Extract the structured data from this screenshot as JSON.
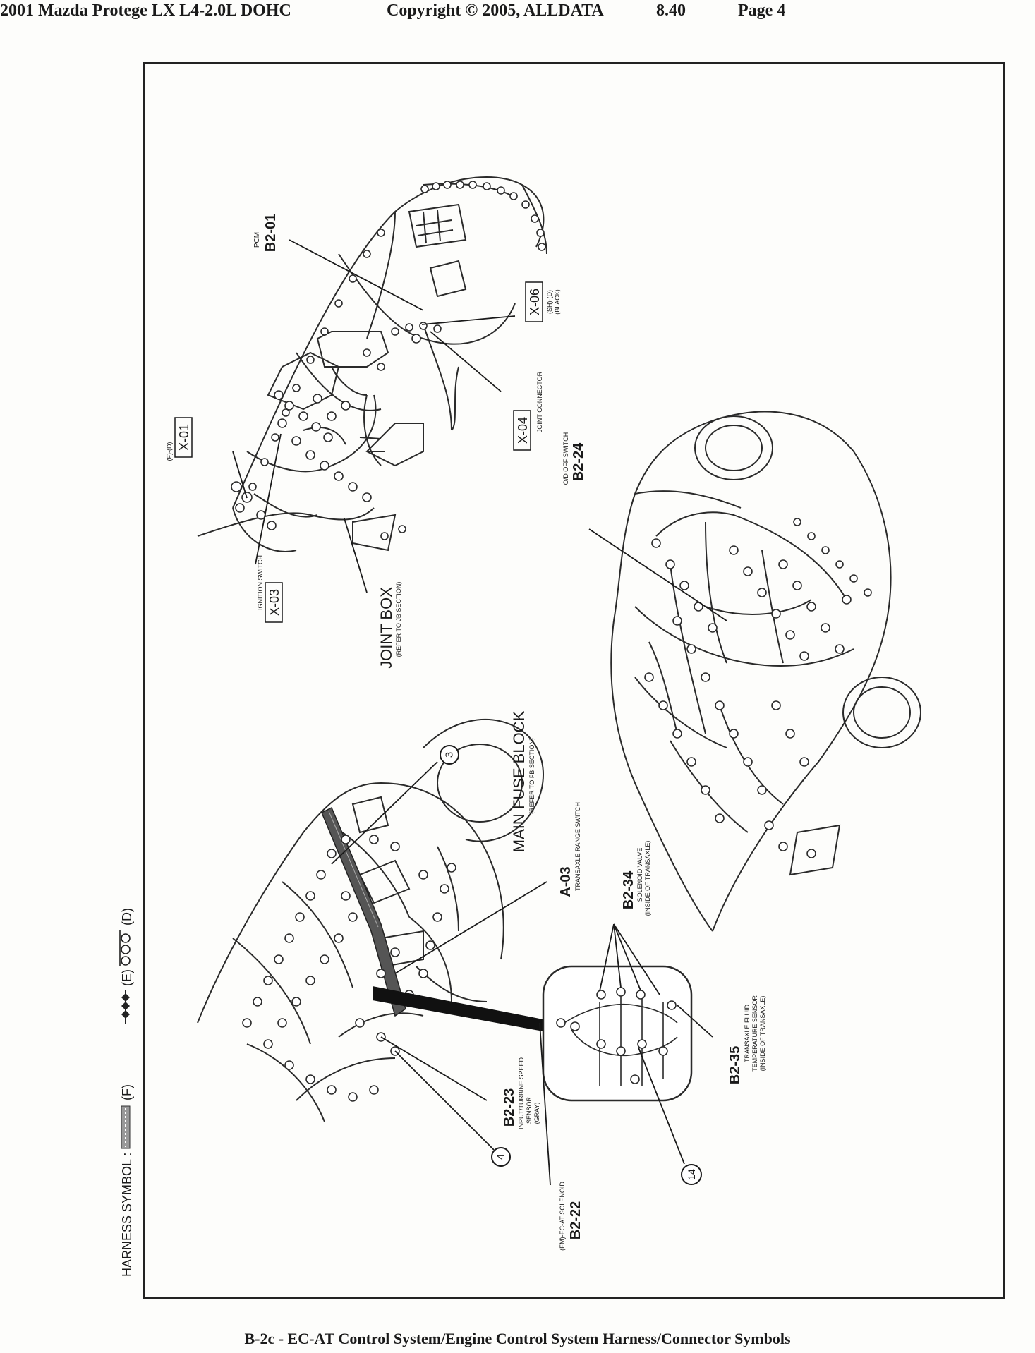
{
  "header": {
    "vehicle": "2001 Mazda Protege LX L4-2.0L DOHC",
    "copyright": "Copyright © 2005, ALLDATA",
    "version": "8.40",
    "page": "Page 4"
  },
  "harness_legend": {
    "label": "HARNESS SYMBOL :",
    "items": [
      "(F)",
      "(E)",
      "(D)"
    ]
  },
  "labels": {
    "pcm": "PCM",
    "b2_01": "B2-01",
    "x06": "X-06",
    "x06_sub1": "(SH)-(D)",
    "x06_sub2": "(BLACK)",
    "x04": "X-04",
    "x04_sub": "JOINT CONNECTOR",
    "x01": "X-01",
    "x01_sub": "(F)-(D)",
    "x03": "X-03",
    "x03_sub": "IGNITION SWITCH",
    "joint_box": "JOINT BOX",
    "joint_box_sub": "(REFER TO JB SECTION)",
    "b2_24": "B2-24",
    "b2_24_sub": "O/D OFF SWITCH",
    "main_fuse": "MAIN FUSE BLOCK",
    "main_fuse_sub": "(REFER TO FB SECTION)",
    "a03": "A-03",
    "a03_sub": "TRANSAXLE RANGE SWITCH",
    "b2_34": "B2-34",
    "b2_34_sub1": "SOLENOID VALVE",
    "b2_34_sub2": "(INSIDE OF TRANSAXLE)",
    "b2_35": "B2-35",
    "b2_35_sub1": "TRANSAXLE FLUID",
    "b2_35_sub2": "TEMPERATURE SENSOR",
    "b2_35_sub3": "(INSIDE OF TRANSAXLE)",
    "b2_23": "B2-23",
    "b2_23_sub1": "INPUT/TURBINE SPEED",
    "b2_23_sub2": "SENSOR",
    "b2_23_sub3": "(GRAY)",
    "b2_22": "B2-22",
    "b2_22_sub": "(EM)-EC-AT SOLENOID",
    "circle_3": "3",
    "circle_4": "4",
    "circle_14": "14"
  },
  "caption": "B-2c - EC-AT Control System/Engine Control System Harness/Connector Symbols"
}
